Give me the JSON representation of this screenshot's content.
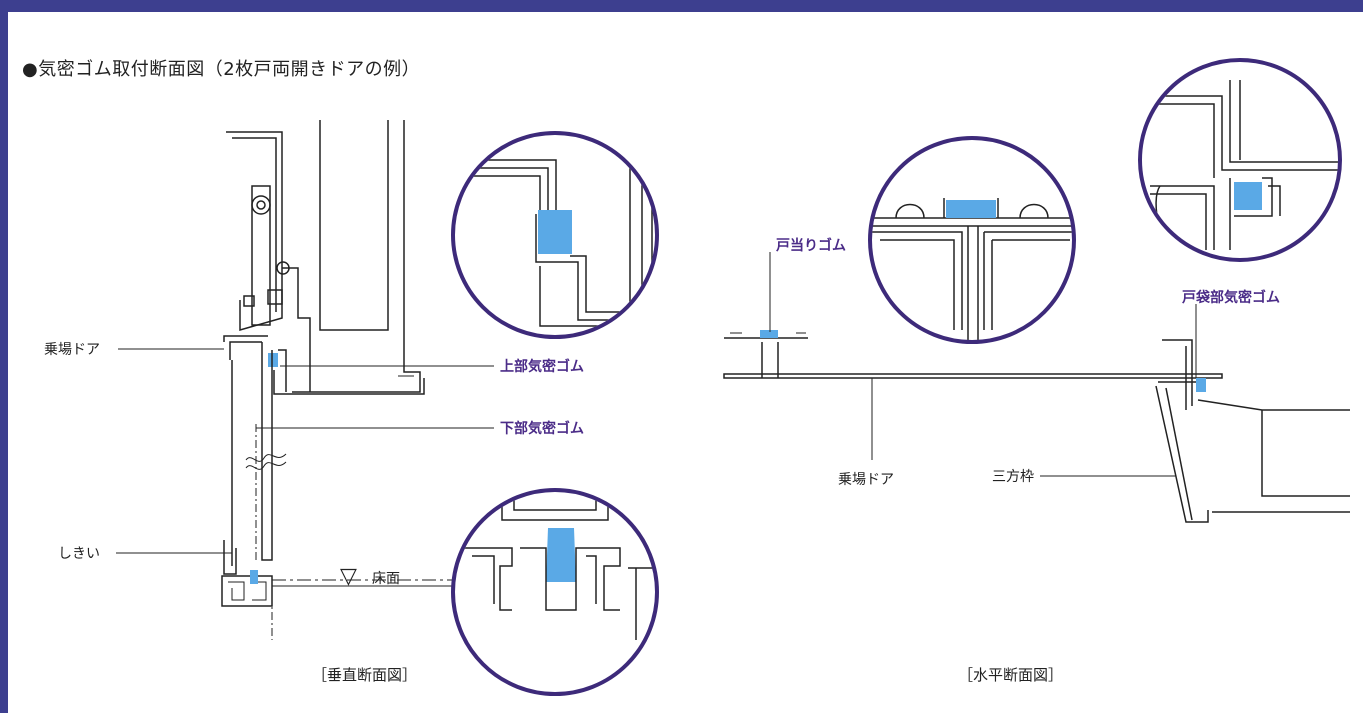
{
  "title": "●気密ゴム取付断面図（2枚戸両開きドアの例）",
  "colors": {
    "frame": "#3d3f8f",
    "circle": "#3d2a7a",
    "rubber": "#5aa9e6",
    "accent_label": "#4b2c88"
  },
  "vertical": {
    "caption": "［垂直断面図］",
    "labels": {
      "landing_door": "乗場ドア",
      "upper_seal": "上部気密ゴム",
      "lower_seal": "下部気密ゴム",
      "sill": "しきい",
      "floor": "床面"
    },
    "floor_symbol": "▽"
  },
  "horizontal": {
    "caption": "［水平断面図］",
    "labels": {
      "door_stop_rubber": "戸当りゴム",
      "pocket_seal": "戸袋部気密ゴム",
      "landing_door": "乗場ドア",
      "three_side_frame": "三方枠"
    }
  }
}
